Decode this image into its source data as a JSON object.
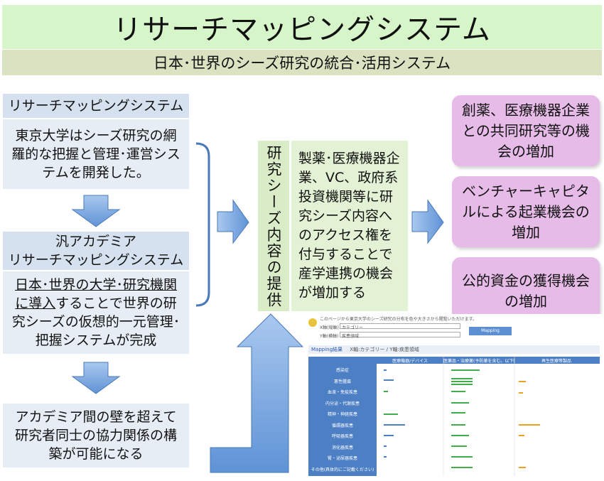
{
  "title": "リサーチマッピングシステム",
  "subtitle": "日本･世界のシーズ研究の統合･活用システム",
  "left_column": {
    "box1": {
      "header": "リサーチマッピングシステム",
      "body": "東京大学はシーズ研究の網羅的な把握と管理･運営システムを開発した。"
    },
    "box2": {
      "header_line1": "汎アカデミア",
      "header_line2": "リサーチマッピングシステム",
      "body_underlined": "日本･世界の大学･研究機関に導入",
      "body_rest": "することで世界の研究シーズの仮想的一元管理･把握システムが完成"
    },
    "box3": {
      "body": "アカデミア間の壁を超えて研究者同士の協力関係の構築が可能になる"
    }
  },
  "center": {
    "vertical_label": "研究シーズ内容の提供",
    "description": "製薬･医療機器企業、VC、政府系投資機関等に研究シーズ内容へのアクセス権を付与することで産学連携の機会が増加する"
  },
  "outcomes": [
    "創薬、医療機器企業との共同研究等の機会の増加",
    "ベンチャーキャピタルによる起業機会の増加",
    "公的資金の獲得機会の増加"
  ],
  "screenshot_thumbnail": {
    "top_note": "このページから東京大学のシーズ研究の分布を色や大きさから閲覧いただけます。",
    "x_axis_label": "X軸(縦軸)",
    "x_axis_value": "カテゴリー",
    "y_axis_label": "Y軸(横軸)",
    "y_axis_value": "疾患領域",
    "mapping_button": "Mapping",
    "result_title": "Mapping結果",
    "result_axes": "X軸:カテゴリー / Y軸:疾患領域",
    "columns": [
      "医療機器/デバイス",
      "医薬品・治療薬(予防薬を含む。以下同じ)・診断薬",
      "再生医療等製品"
    ],
    "rows": [
      "感染症",
      "悪性腫瘍",
      "血液・免疫疾患",
      "内分泌・代謝疾患",
      "精神・神経疾患",
      "循環器疾患",
      "呼吸器疾患",
      "消化器疾患",
      "腎・泌尿器疾患",
      "その他(具体的にご記載ください)"
    ]
  },
  "colors": {
    "title_bg": "#d6f5c8",
    "subtitle_bg": "#d9e2c1",
    "header_bg": "#d5e1ef",
    "body_bg": "#e7edf5",
    "pink": "#e6bbe8",
    "arrow": "#6fa0dc",
    "green": "#e3f1d4"
  }
}
